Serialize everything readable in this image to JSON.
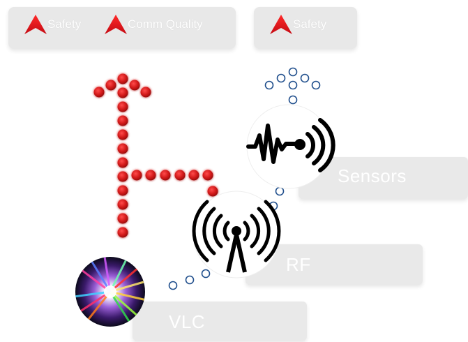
{
  "top_groups": {
    "left": {
      "items": [
        {
          "label": "Safety",
          "icon": "red-triangle-icon"
        },
        {
          "label": "Comm Quality",
          "icon": "red-triangle-icon"
        }
      ]
    },
    "right": {
      "items": [
        {
          "label": "Safety",
          "icon": "red-triangle-icon"
        }
      ]
    }
  },
  "technologies": {
    "sensors": {
      "label": "Sensors",
      "icon": "signal-waveform-icon"
    },
    "rf": {
      "label": "RF",
      "icon": "rf-antenna-icon"
    },
    "vlc": {
      "label": "VLC",
      "icon": "light-burst-icon"
    }
  },
  "colors": {
    "accent_red": "#e0101a",
    "dot_red": "#c81b1b",
    "link_blue": "#1f4e8c",
    "pill_bg": "#e8e8e8"
  }
}
